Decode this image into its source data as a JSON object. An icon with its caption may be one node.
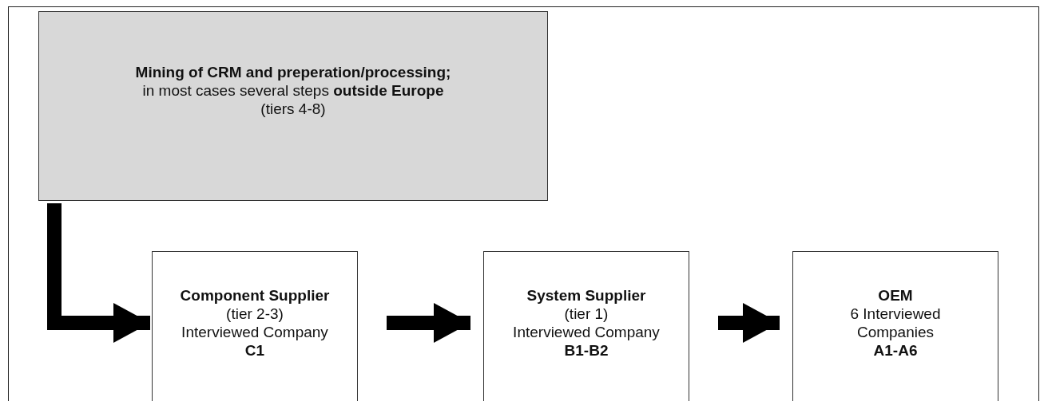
{
  "diagram": {
    "nodes": [
      {
        "text": [
          "Mining of CRM and preperation/processing;",
          "in most cases several steps **outside Europe**",
          "(tiers 4-8)"
        ]
      },
      {
        "text": [
          "Component Supplier",
          "(tier 2-3)",
          "Interviewed Company",
          "C1"
        ]
      },
      {
        "text": [
          "System Supplier",
          "(tier 1)",
          "Interviewed Company",
          "B1-B2"
        ]
      },
      {
        "text": [
          "OEM",
          "6 Interviewed Companies",
          "A1-A6"
        ]
      }
    ],
    "edges": [
      {
        "from": 0,
        "to": 1,
        "arrow": "to"
      },
      {
        "from": 1,
        "to": 2,
        "arrow": "to"
      },
      {
        "from": 2,
        "to": 3,
        "arrow": "to"
      }
    ]
  }
}
